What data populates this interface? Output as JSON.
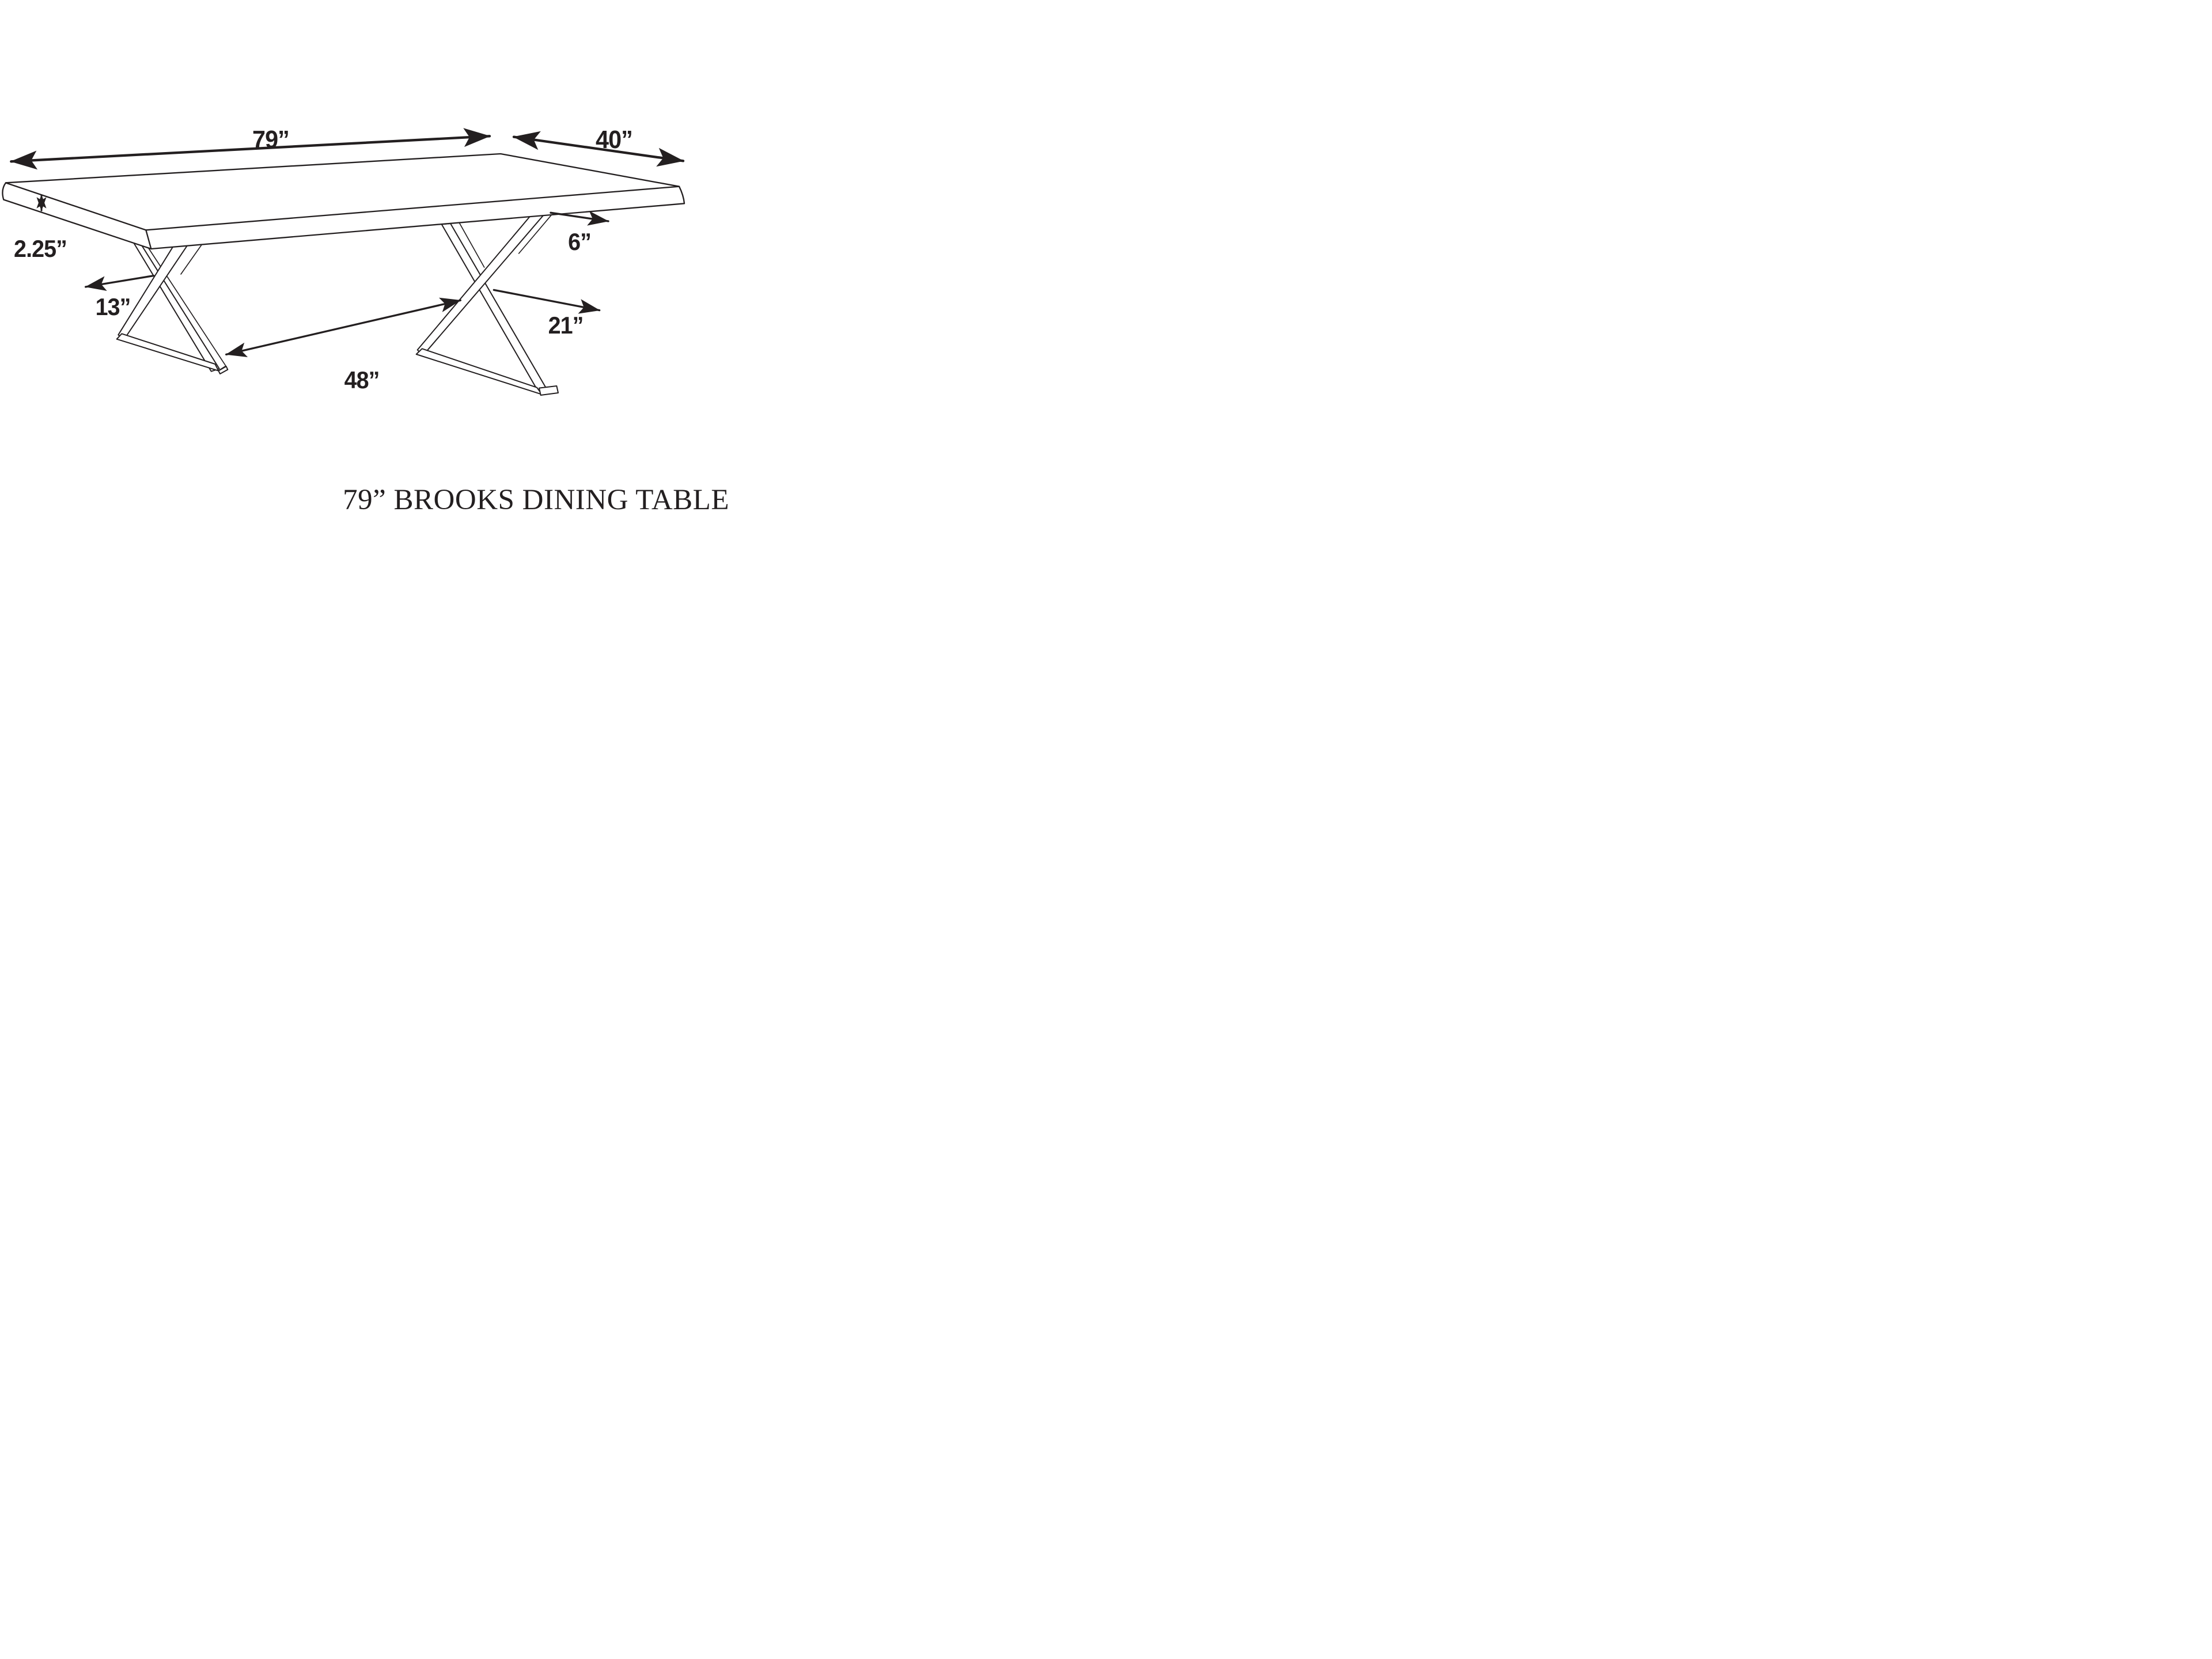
{
  "diagram": {
    "title": "79” BROOKS DINING TABLE",
    "subject": "dining-table-dimension-drawing",
    "ink_color": "#231f20",
    "background_color": "#ffffff",
    "labels": {
      "length": "79”",
      "width": "40”",
      "thickness": "2.25”",
      "top_overhang": "13”",
      "leg_top_inset": "6”",
      "leg_clearance": "48”",
      "leg_base_depth": "21”"
    }
  }
}
